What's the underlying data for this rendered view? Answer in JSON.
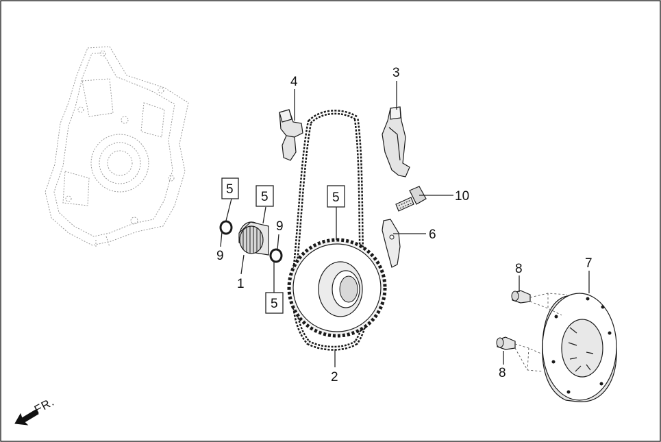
{
  "diagram": {
    "direction_label": "FR.",
    "callouts": [
      {
        "id": "c1",
        "text": "1"
      },
      {
        "id": "c2",
        "text": "2"
      },
      {
        "id": "c3",
        "text": "3"
      },
      {
        "id": "c4",
        "text": "4"
      },
      {
        "id": "c5a",
        "text": "5"
      },
      {
        "id": "c5b",
        "text": "5"
      },
      {
        "id": "c5c",
        "text": "5"
      },
      {
        "id": "c5d",
        "text": "5"
      },
      {
        "id": "c6",
        "text": "6"
      },
      {
        "id": "c7",
        "text": "7"
      },
      {
        "id": "c8a",
        "text": "8"
      },
      {
        "id": "c8b",
        "text": "8"
      },
      {
        "id": "c9a",
        "text": "9"
      },
      {
        "id": "c9b",
        "text": "9"
      },
      {
        "id": "c10",
        "text": "10"
      }
    ]
  }
}
